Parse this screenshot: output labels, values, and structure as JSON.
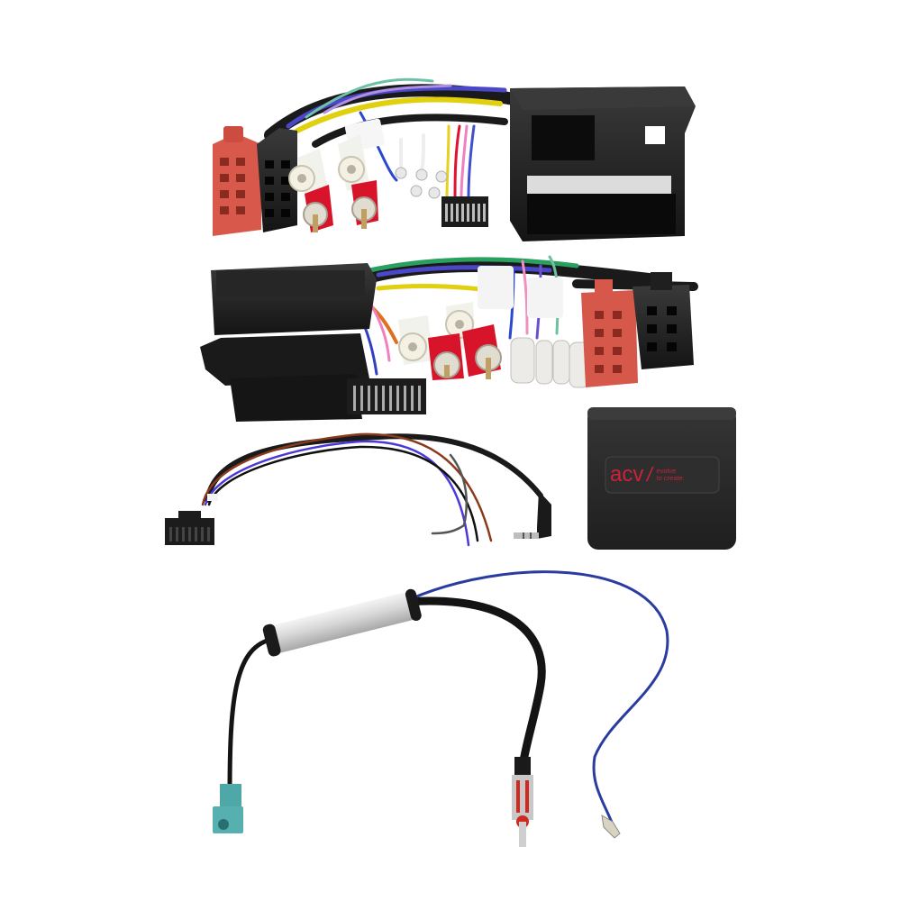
{
  "scene": {
    "description": "Product photo of car audio installation kit: steering wheel control interface harness set with ISO/Quadlock adapters, SWC module, patch lead and antenna adapter",
    "background": "#ffffff"
  },
  "parts": [
    {
      "id": "quadlock-harness",
      "label": "Quadlock to ISO harness with RCA outputs"
    },
    {
      "id": "iso-harness",
      "label": "ISO harness with RCA outputs and spade terminals"
    },
    {
      "id": "patch-lead",
      "label": "Radio patch lead with 3.5mm jack"
    },
    {
      "id": "swc-module",
      "label": "Steering wheel control interface module"
    },
    {
      "id": "antenna-adapter",
      "label": "Fakra to DIN antenna adapter with amplifier"
    }
  ],
  "module": {
    "brand": "acv",
    "slash": "/",
    "tagline_line1": "evolve",
    "tagline_line2": "to create."
  },
  "colors": {
    "plastic_black": "#1c1c1c",
    "module_body": "#2a2a2a",
    "brand_red": "#d0203a",
    "iso_red": "#d5584a",
    "rca_red": "#d8142a",
    "rca_white": "#f2f2ec",
    "fakra_teal": "#4fa8a8",
    "wire_blue": "#2f3fa0",
    "wire_brown": "#8a3a1a",
    "wire_purple": "#5a3ad0",
    "amp_silver": "#d9dadb"
  }
}
